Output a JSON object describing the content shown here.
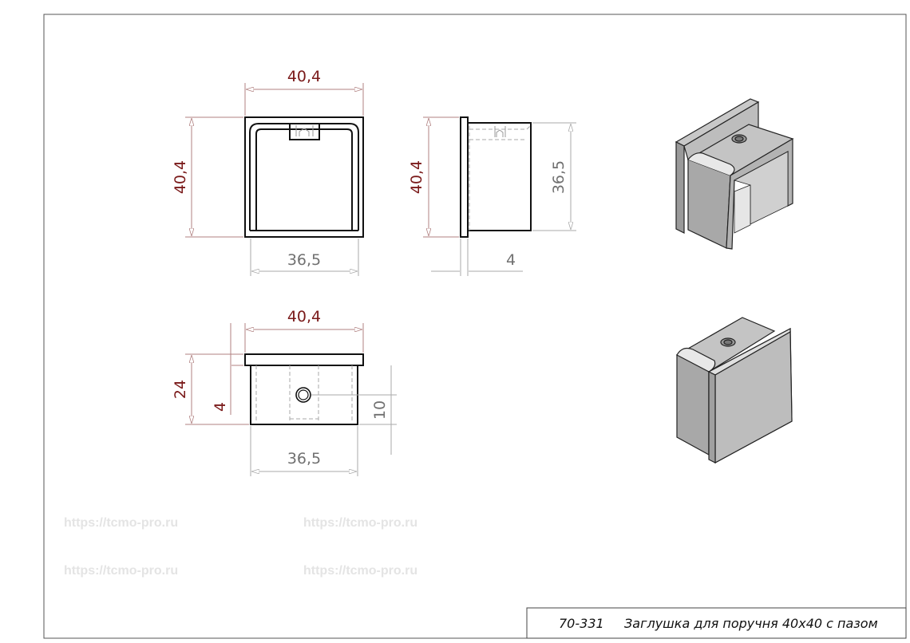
{
  "watermark": "https://tcmo-pro.ru",
  "title_block": {
    "code": "70-331",
    "name": "Заглушка для поручня 40x40 с пазом"
  },
  "front_view": {
    "width": "40,4",
    "height": "40,4",
    "inner_width": "36,5"
  },
  "side_view": {
    "height": "40,4",
    "body_height": "36,5",
    "flange": "4"
  },
  "bottom_view": {
    "width": "40,4",
    "depth": "24",
    "flange": "4",
    "hole_offset": "10",
    "inner_width": "36,5"
  },
  "colors": {
    "dimension_primary": "#7a1a1a",
    "dimension_secondary": "#707070",
    "watermark": "#e4e4e4"
  }
}
